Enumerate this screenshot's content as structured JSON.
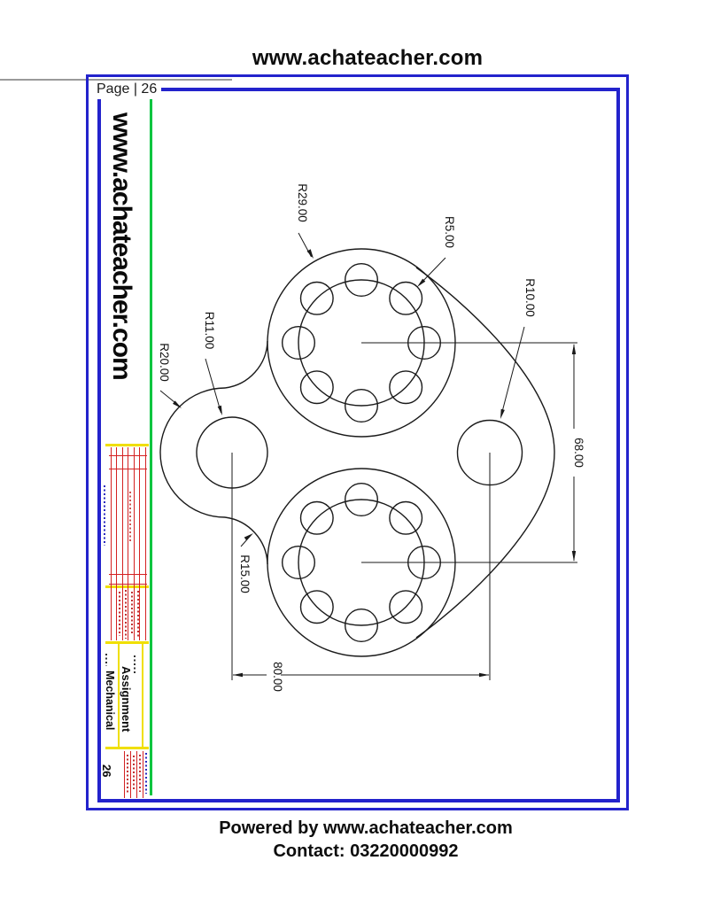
{
  "page": {
    "title": "www.achateacher.com",
    "page_label": "Page | 26"
  },
  "watermark": "www.achateacher.com",
  "title_block": {
    "assignment": "Assignment",
    "category": "Mechanical",
    "sheet_number": "26"
  },
  "drawing": {
    "type": "mechanical-cad-plate",
    "dims": {
      "r29": "R29.00",
      "r5": "R5.00",
      "r10": "R10.00",
      "r11": "R11.00",
      "r20": "R20.00",
      "r15": "R15.00",
      "width": "80.00",
      "height": "68.00"
    }
  },
  "footer": {
    "line1": "Powered by www.achateacher.com",
    "line2": "Contact:  03220000992"
  },
  "colors": {
    "frame_blue": "#2323cc",
    "sheet_green": "#00c53f",
    "block_yellow": "#f0df00",
    "block_red": "#d42222",
    "drawing_line": "#1a1a1a"
  }
}
